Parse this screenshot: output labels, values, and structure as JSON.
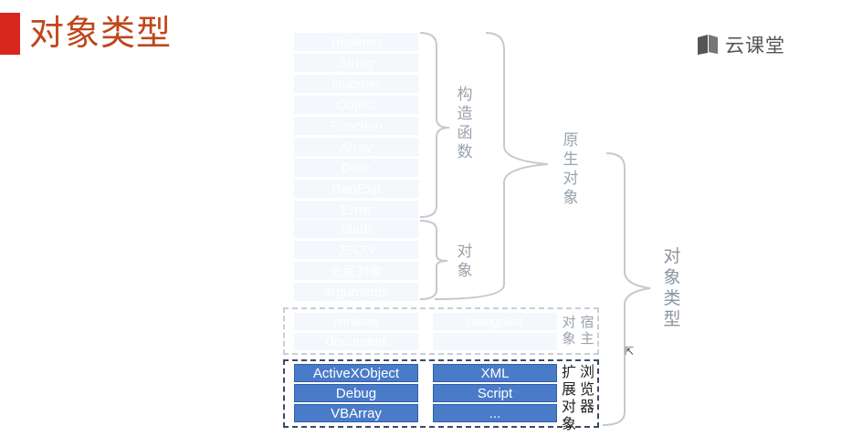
{
  "title": "对象类型",
  "logo": {
    "text": "云课堂",
    "icon": "book-icon"
  },
  "constructors": {
    "items": [
      "Boolean",
      "String",
      "Nubmer",
      "Object",
      "Function",
      "Array",
      "Date",
      "RegExp",
      "Error"
    ],
    "label": "构造函数"
  },
  "objects": {
    "items": [
      "Math",
      "JSON",
      "全局对象",
      "arguments"
    ],
    "label": "对象"
  },
  "native_label": "原生对象",
  "object_types_label": "对象类型",
  "host": {
    "left": [
      "window",
      "document"
    ],
    "right": [
      "navigator",
      ""
    ],
    "label_col1": "对象",
    "label_col2": "宿主"
  },
  "browser_ext": {
    "left": [
      "ActiveXObject",
      "Debug",
      "VBArray"
    ],
    "right": [
      "XML",
      "Script",
      "..."
    ],
    "label_col1": "扩展对象",
    "label_col2": "浏览器"
  },
  "colors": {
    "accent": "#d8281e",
    "title": "#c0461a",
    "box": "#4a7bc8",
    "box_pale": "#bcd0ee"
  }
}
